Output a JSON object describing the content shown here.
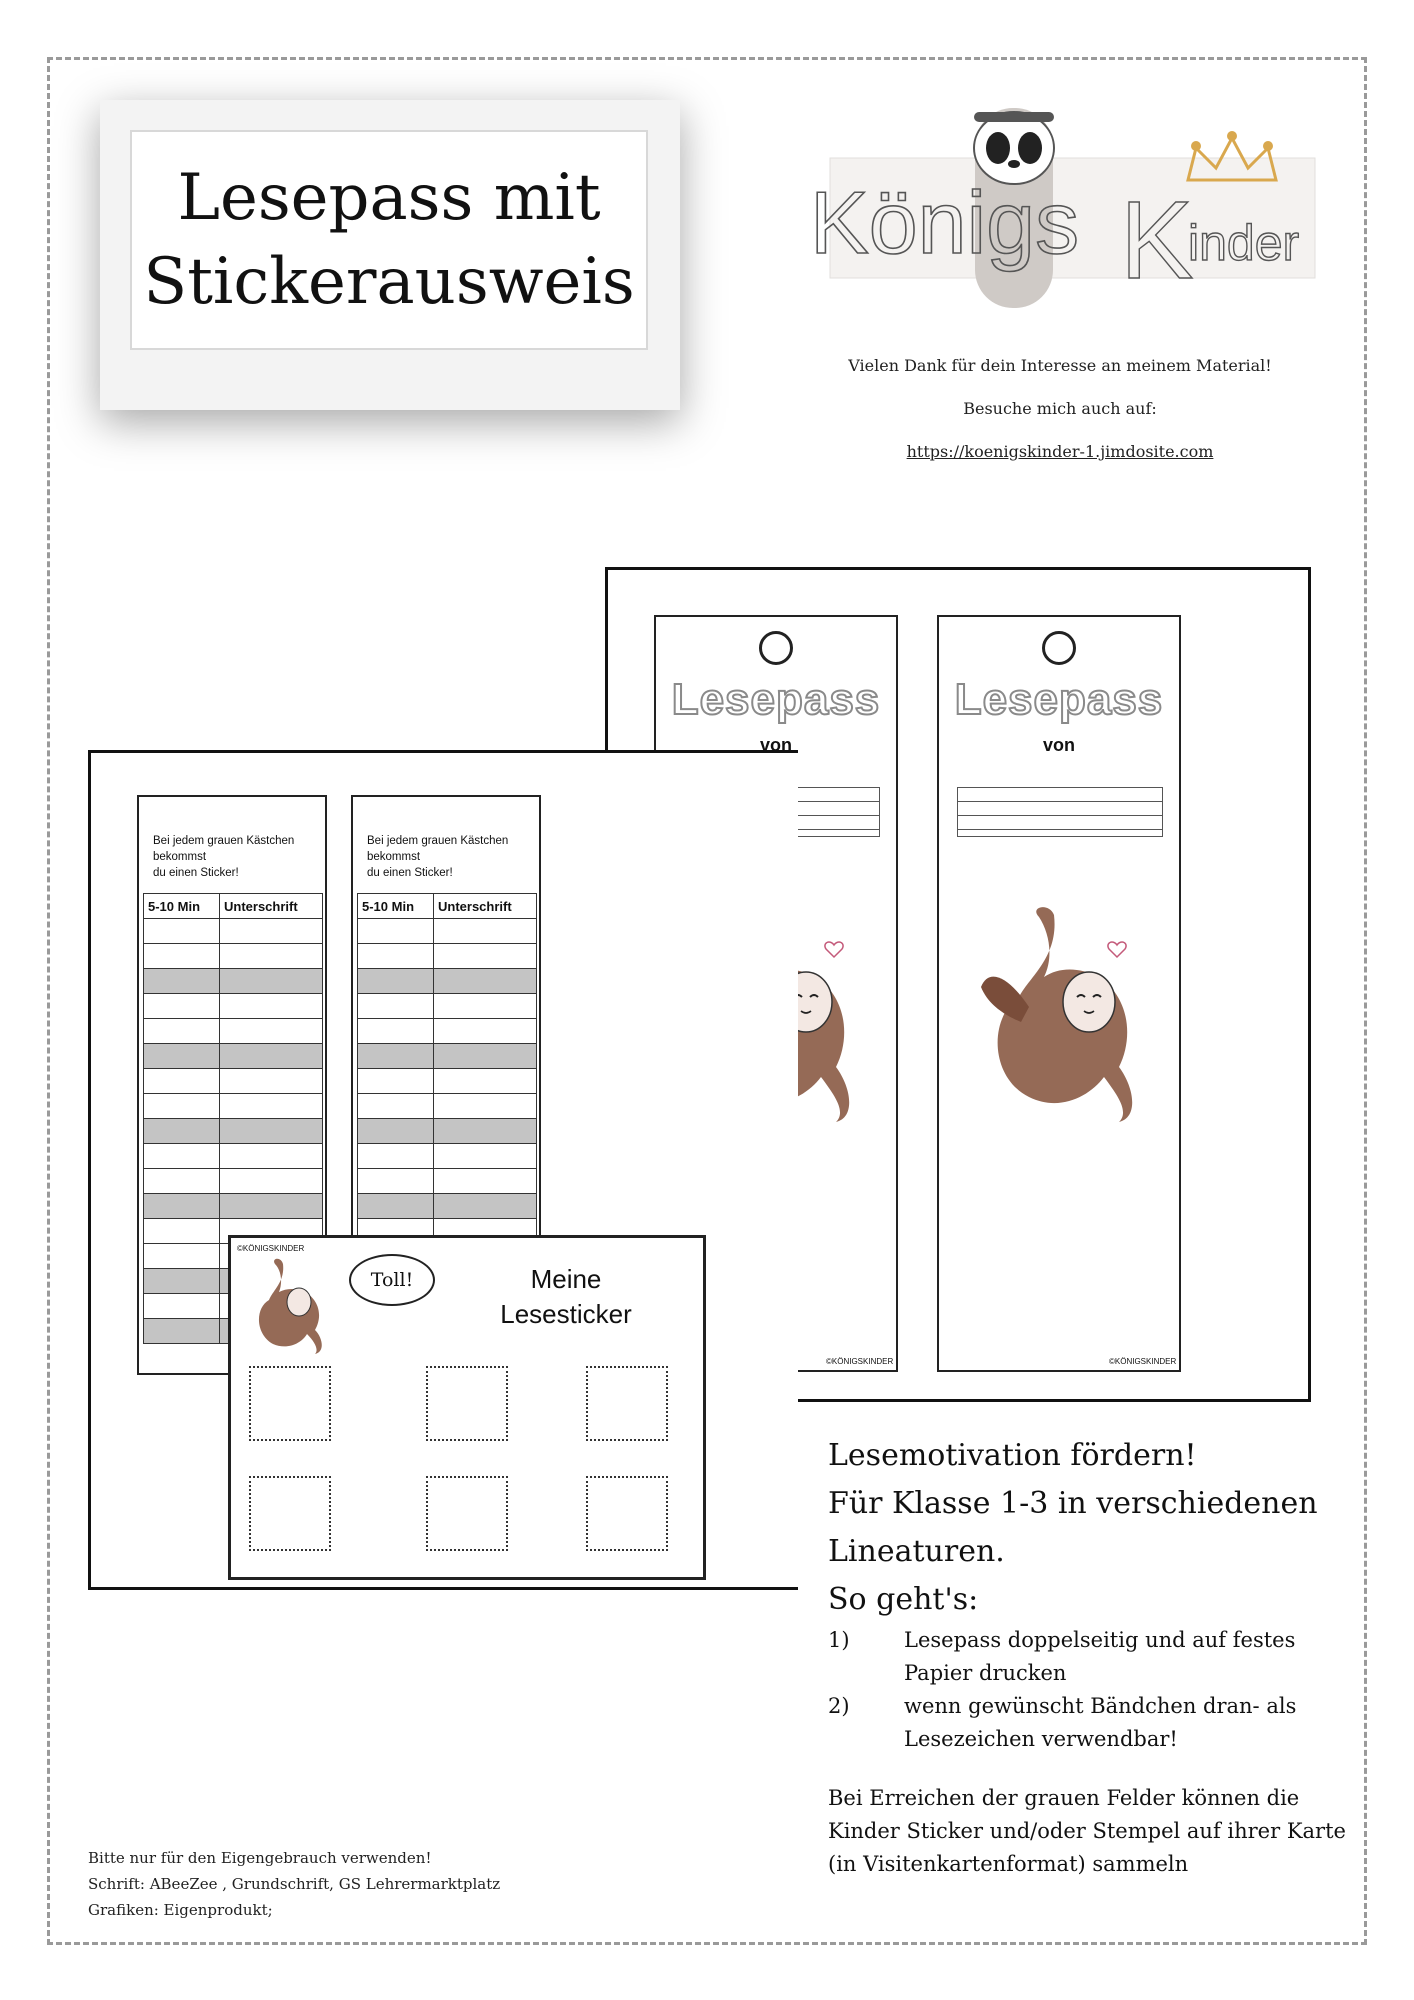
{
  "header": {
    "title_line1": "Lesepass mit",
    "title_line2": "Stickerausweis"
  },
  "logo": {
    "text_main": "Königs",
    "text_sub": "inder"
  },
  "thanks": {
    "line1": "Vielen Dank für dein Interesse an meinem Material!",
    "line2": "Besuche mich auch auf:",
    "url": "https://koenigskinder-1.jimdosite.com"
  },
  "pass": {
    "title": "Lesepass",
    "von": "von",
    "copyright": "©KÖNIGSKINDER"
  },
  "sheet": {
    "intro_line1": "Bei jedem grauen Kästchen",
    "intro_line2": "bekommst",
    "intro_line3": "du einen Sticker!",
    "col1": "5-10 Min",
    "col2": "Unterschrift"
  },
  "sticker_card": {
    "bubble": "Toll!",
    "title_line1": "Meine",
    "title_line2": "Lesesticker",
    "copyright": "©KÖNIGSKINDER"
  },
  "info": {
    "line1": "Lesemotivation fördern!",
    "line2": "Für Klasse 1-3 in verschiedenen",
    "line3": "Lineaturen.",
    "line4": "So geht's:",
    "step1_num": "1)",
    "step1_text": "Lesepass doppelseitig und auf festes Papier drucken",
    "step2_num": "2)",
    "step2_text": "wenn gewünscht Bändchen dran- als Lesezeichen verwendbar!",
    "note": "Bei Erreichen der grauen Felder können die Kinder Sticker und/oder Stempel auf ihrer Karte (in Visitenkartenformat) sammeln"
  },
  "footer": {
    "line1": "Bitte nur für den Eigengebrauch verwenden!",
    "line2": "Schrift:  ABeeZee , Grundschrift, GS Lehrermarktplatz",
    "line3": "Grafiken: Eigenprodukt;"
  },
  "colors": {
    "sloth_brown": "#8a5a44",
    "gray_cell": "#c4c4c4",
    "crown_gold": "#d9a84e"
  }
}
